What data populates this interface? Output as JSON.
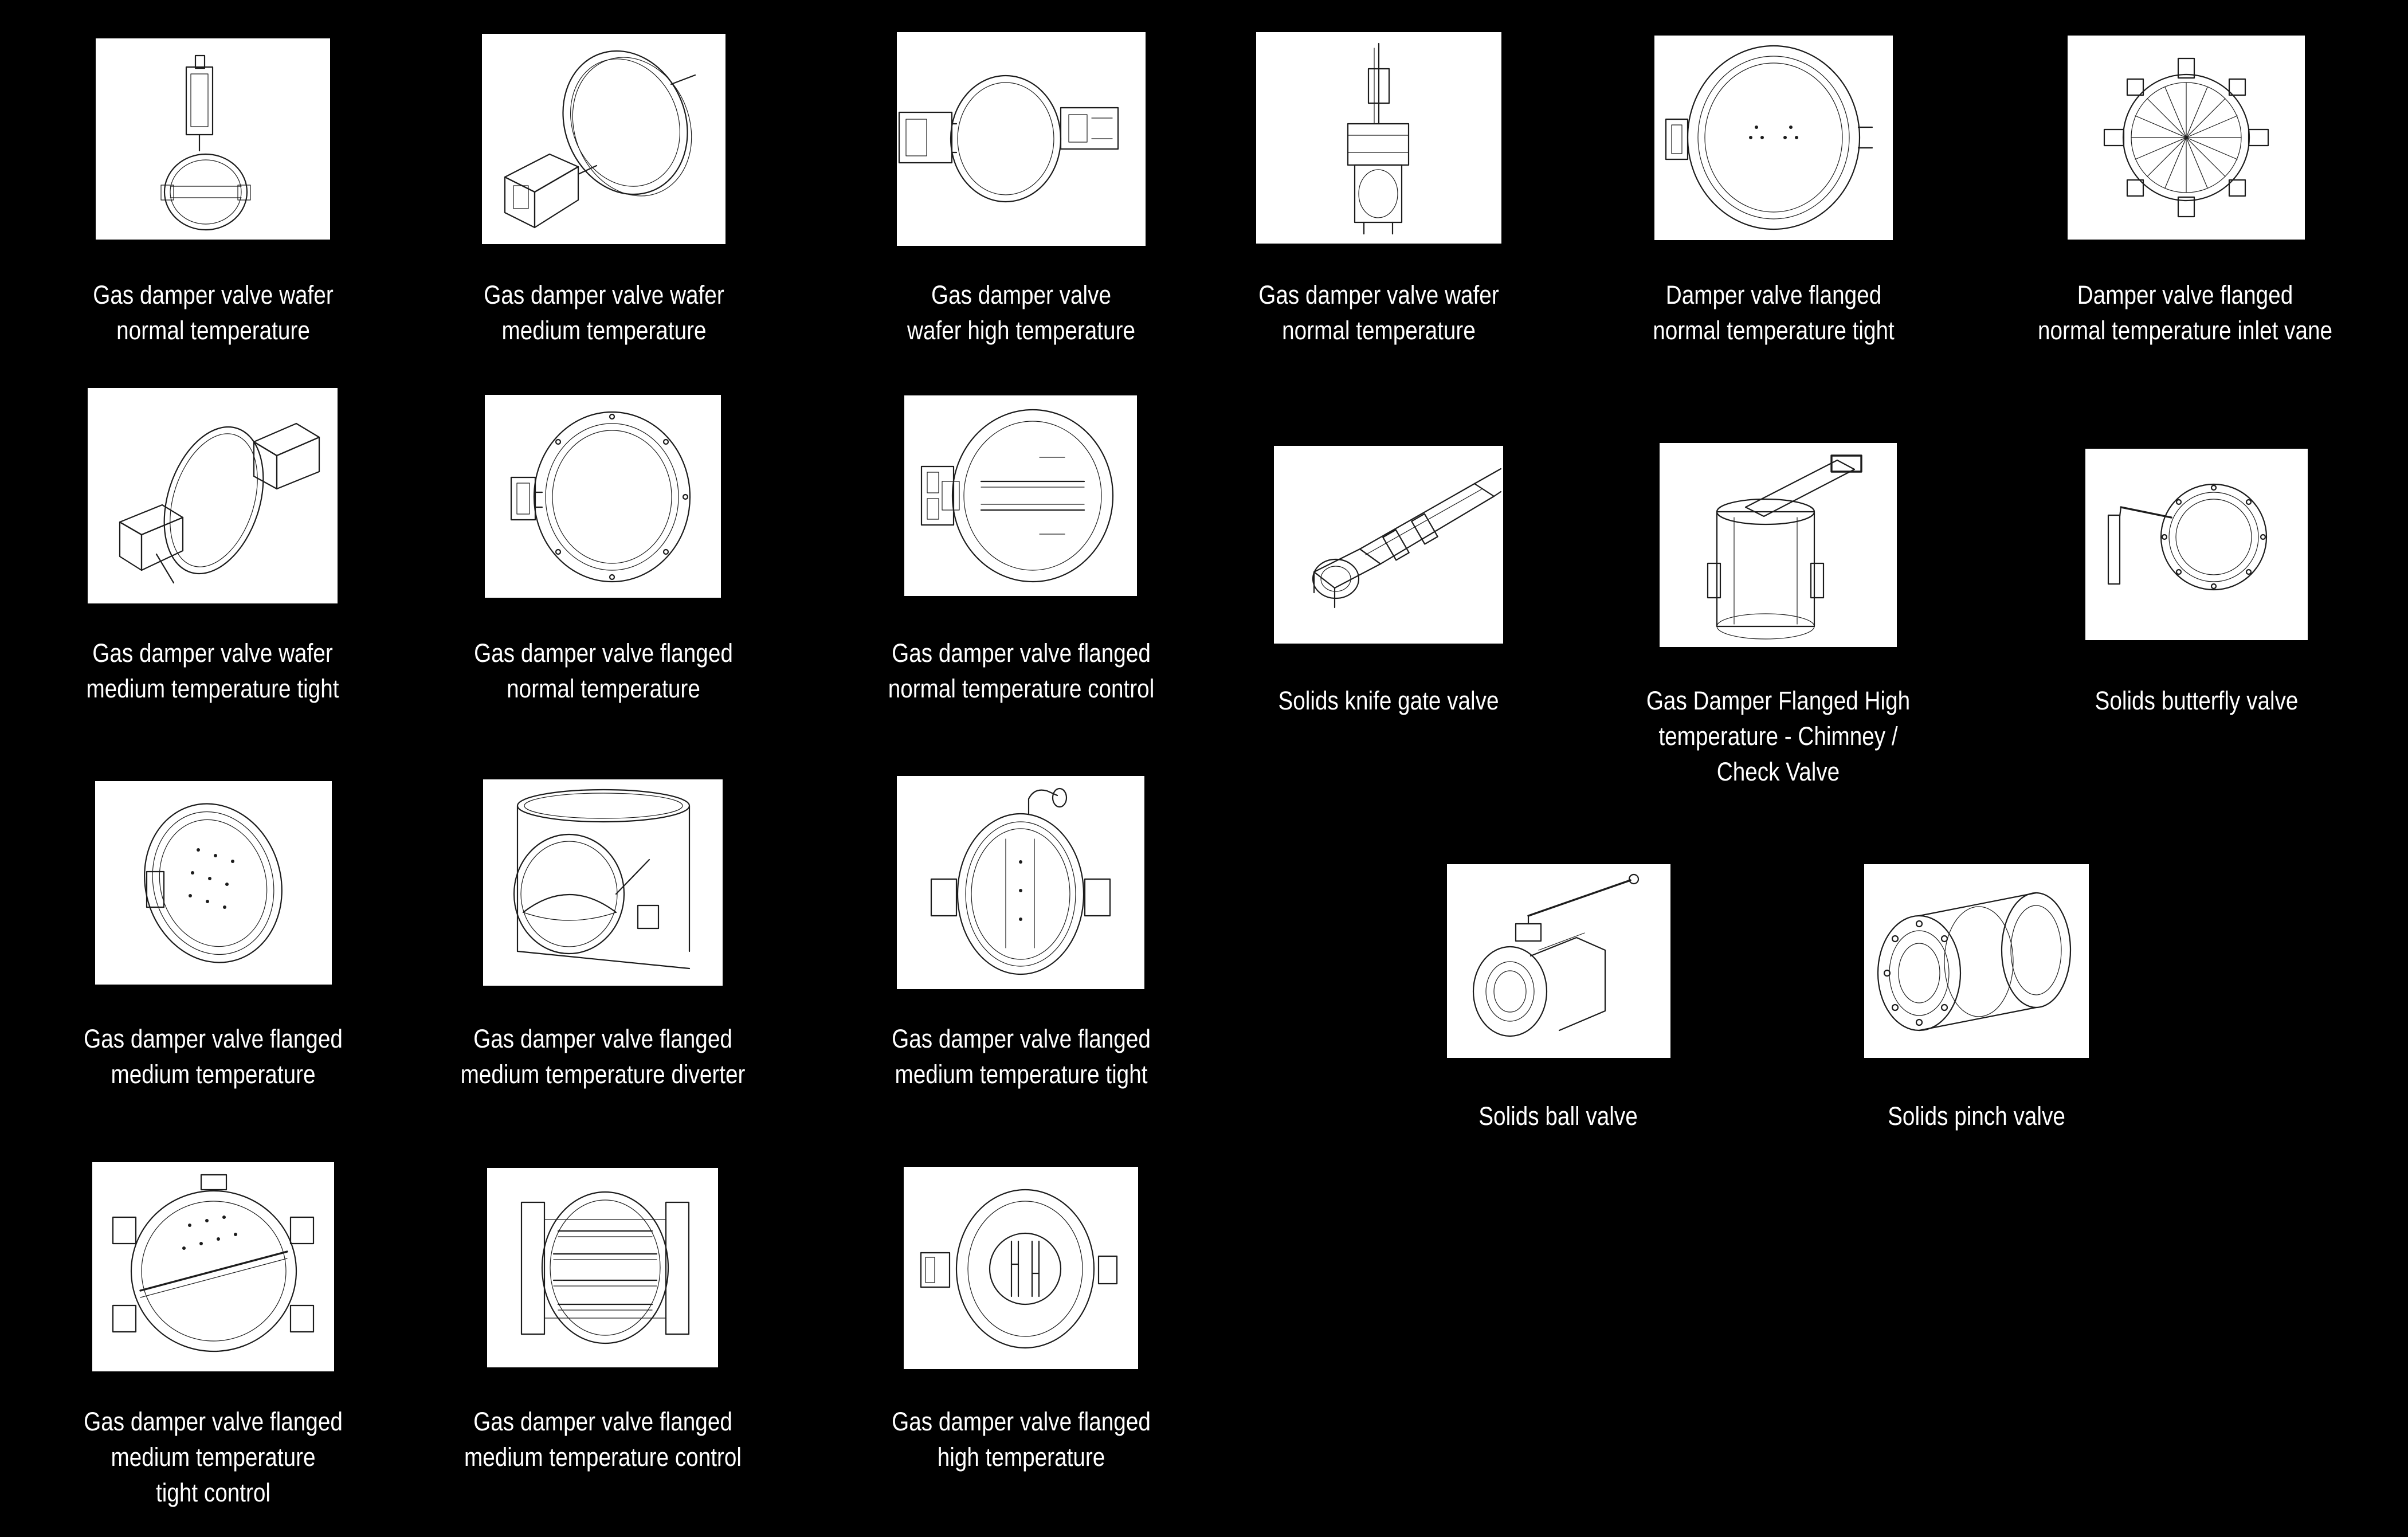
{
  "valves": [
    {
      "id": "v1",
      "lines": [
        "Gas damper valve wafer",
        "normal temperature"
      ],
      "icon": "wafer-damper-actuator-icon"
    },
    {
      "id": "v2",
      "lines": [
        "Gas damper valve wafer",
        "medium temperature"
      ],
      "icon": "wafer-damper-medium-temp-icon"
    },
    {
      "id": "v3",
      "lines": [
        "Gas damper valve",
        "wafer high temperature"
      ],
      "icon": "wafer-damper-high-temp-icon"
    },
    {
      "id": "v4",
      "lines": [
        "Gas damper valve wafer",
        "normal temperature"
      ],
      "icon": "wafer-damper-vertical-actuator-icon"
    },
    {
      "id": "v5",
      "lines": [
        "Damper valve flanged",
        "normal temperature tight"
      ],
      "icon": "flanged-damper-tight-icon"
    },
    {
      "id": "v6",
      "lines": [
        "Damper valve flanged",
        "normal temperature inlet vane"
      ],
      "icon": "inlet-vane-damper-icon"
    },
    {
      "id": "v7",
      "lines": [
        "Gas damper valve wafer",
        "medium temperature tight"
      ],
      "icon": "wafer-damper-tight-icon"
    },
    {
      "id": "v8",
      "lines": [
        "Gas damper valve flanged",
        "normal temperature"
      ],
      "icon": "flanged-damper-icon"
    },
    {
      "id": "v9",
      "lines": [
        "Gas damper valve flanged",
        "normal temperature control"
      ],
      "icon": "flanged-damper-control-icon"
    },
    {
      "id": "v10",
      "lines": [
        "Solids knife gate valve"
      ],
      "icon": "knife-gate-valve-icon"
    },
    {
      "id": "v11",
      "lines": [
        "Gas Damper Flanged High",
        "temperature - Chimney /",
        "Check Valve"
      ],
      "icon": "chimney-check-valve-icon"
    },
    {
      "id": "v12",
      "lines": [
        "Solids butterfly valve"
      ],
      "icon": "butterfly-valve-icon"
    },
    {
      "id": "v13",
      "lines": [
        "Gas damper valve flanged",
        "medium temperature"
      ],
      "icon": "flanged-damper-medium-temp-icon"
    },
    {
      "id": "v14",
      "lines": [
        "Gas damper valve flanged",
        "medium temperature diverter"
      ],
      "icon": "diverter-damper-icon"
    },
    {
      "id": "v15",
      "lines": [
        "Gas damper valve flanged",
        "medium temperature tight"
      ],
      "icon": "flanged-damper-medium-tight-icon"
    },
    {
      "id": "v16",
      "lines": [
        "Solids ball valve"
      ],
      "icon": "ball-valve-icon"
    },
    {
      "id": "v17",
      "lines": [
        "Solids pinch valve"
      ],
      "icon": "pinch-valve-icon"
    },
    {
      "id": "v18",
      "lines": [
        "Gas damper valve flanged",
        "medium temperature",
        "tight control"
      ],
      "icon": "flanged-damper-tight-control-icon"
    },
    {
      "id": "v19",
      "lines": [
        "Gas damper valve flanged",
        "medium temperature control"
      ],
      "icon": "multi-louver-damper-icon"
    },
    {
      "id": "v20",
      "lines": [
        "Gas damper valve flanged",
        "high temperature"
      ],
      "icon": "flanged-damper-high-temp-icon"
    }
  ],
  "colors": {
    "background": "#000000",
    "text": "#ffffff",
    "thumb_background": "#ffffff",
    "line_art": "#1c1c1c"
  }
}
